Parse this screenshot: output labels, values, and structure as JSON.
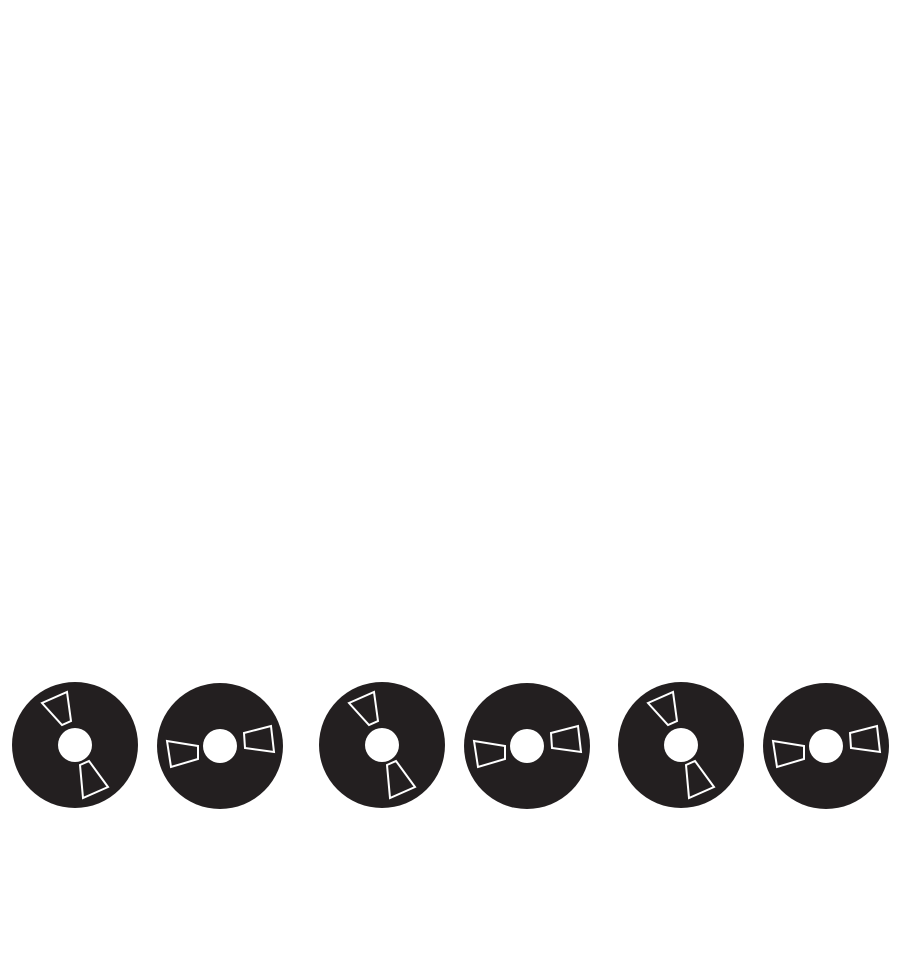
{
  "colors": {
    "background": "#ffffff",
    "reel": "#231f20",
    "window_stroke": "#ffffff"
  },
  "reels": [
    {
      "icon": "tape-reel-icon",
      "variant": "diagonal"
    },
    {
      "icon": "tape-reel-icon",
      "variant": "horizontal"
    },
    {
      "icon": "tape-reel-icon",
      "variant": "diagonal"
    },
    {
      "icon": "tape-reel-icon",
      "variant": "horizontal"
    },
    {
      "icon": "tape-reel-icon",
      "variant": "diagonal"
    },
    {
      "icon": "tape-reel-icon",
      "variant": "horizontal"
    }
  ]
}
